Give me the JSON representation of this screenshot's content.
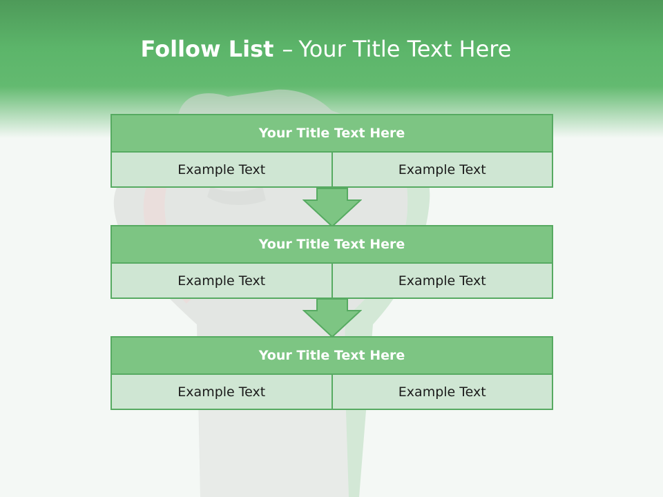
{
  "header": {
    "title_bold": "Follow List",
    "title_dash": "–",
    "title_rest": "Your Title Text Here"
  },
  "blocks": [
    {
      "title": "Your Title Text Here",
      "cells": [
        "Example Text",
        "Example Text"
      ]
    },
    {
      "title": "Your Title Text Here",
      "cells": [
        "Example Text",
        "Example Text"
      ]
    },
    {
      "title": "Your Title Text Here",
      "cells": [
        "Example Text",
        "Example Text"
      ]
    }
  ],
  "colors": {
    "header_green": "#5cb56a",
    "title_fill": "#7dc583",
    "cell_fill": "#cfe6d3",
    "border": "#56aa61",
    "arrow_fill": "#7dc583"
  },
  "background_image": "raised-fist-flag"
}
